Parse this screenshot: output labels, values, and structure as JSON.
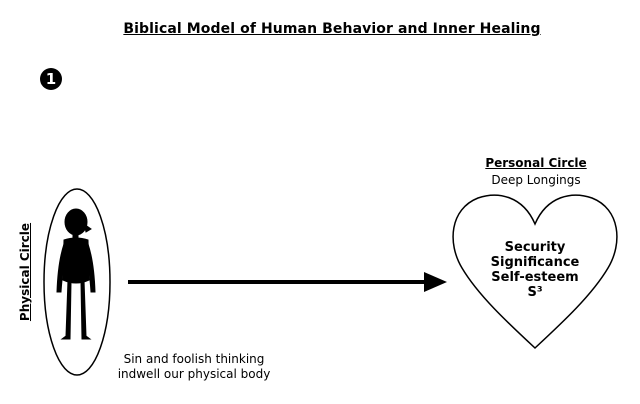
{
  "title": "Biblical Model of Human Behavior and Inner Healing",
  "step_number": "❶",
  "physical_circle": {
    "label": "Physical Circle",
    "caption_line1": "Sin and foolish thinking",
    "caption_line2": "indwell our physical body"
  },
  "personal_circle": {
    "title": "Personal Circle",
    "subtitle": "Deep Longings",
    "needs": [
      "Security",
      "Significance",
      "Self-esteem"
    ],
    "summary": "S³"
  }
}
